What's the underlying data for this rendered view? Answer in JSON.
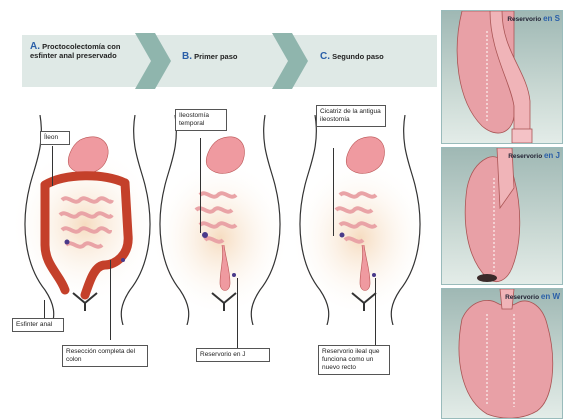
{
  "steps": [
    {
      "letter": "A.",
      "title": "Proctocolectomía con esfinter anal preservado"
    },
    {
      "letter": "B.",
      "title": "Primer paso"
    },
    {
      "letter": "C.",
      "title": "Segundo paso"
    }
  ],
  "callouts": {
    "ileon": "Íleon",
    "esfinter": "Esfinter anal",
    "reseccion": "Resección completa del colon",
    "ileostomia": "Ileostomía temporal",
    "reservorio_j": "Reservorio en J",
    "cicatriz": "Cicatriz de la antigua ileostomía",
    "reservorio_ileal": "Reservorio ileal que funciona como un nuevo recto"
  },
  "panels": [
    {
      "text": "Reservorio",
      "key": "en S"
    },
    {
      "text": "Reservorio",
      "key": "en J"
    },
    {
      "text": "Reservorio",
      "key": "en W"
    }
  ],
  "colors": {
    "banner": "#dfe9e6",
    "chevron": "#8fb5ad",
    "colon": "#c4402a",
    "intestine": "#e9a3a6",
    "pouch": "#e8a0a6",
    "step_letter": "#2a5fa8"
  }
}
